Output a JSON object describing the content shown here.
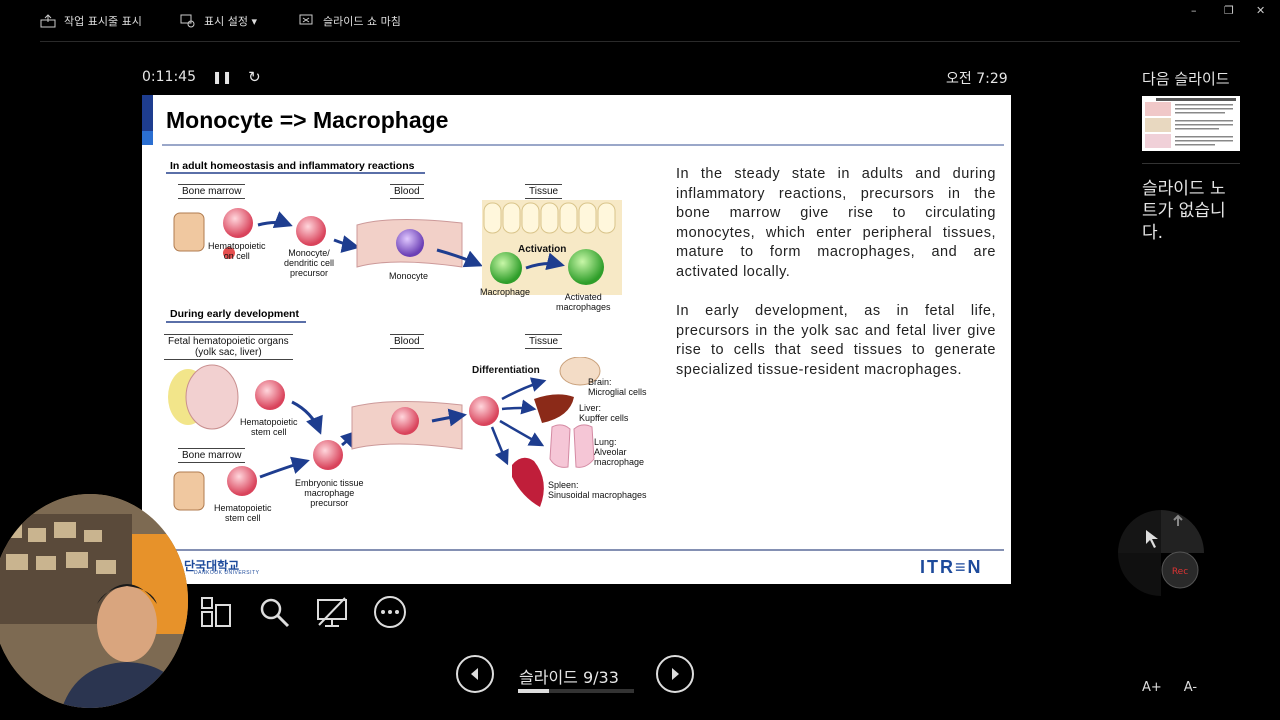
{
  "toolbar": {
    "show_taskbar": "작업 표시줄 표시",
    "display_settings": "표시 설정 ▾",
    "end_show": "슬라이드 쇼 마침"
  },
  "window": {
    "minimize": "–",
    "restore": "❐",
    "close": "✕"
  },
  "timer": {
    "elapsed": "0:11:45",
    "clock": "오전 7:29"
  },
  "slide": {
    "title": "Monocyte => Macrophage",
    "section1": "In adult homeostasis and inflammatory reactions",
    "section2": "During early development",
    "labels": {
      "bone_marrow": "Bone marrow",
      "blood": "Blood",
      "tissue": "Tissue",
      "fetal_organs_1": "Fetal hematopoietic organs",
      "fetal_organs_2": "(yolk sac, liver)",
      "blood2": "Blood",
      "tissue2": "Tissue",
      "bone_marrow2": "Bone marrow"
    },
    "captions": {
      "hsc1_a": "Hematopoietic",
      "hsc1_b": "on cell",
      "mono_prec_a": "Monocyte/",
      "mono_prec_b": "dendritic cell",
      "mono_prec_c": "precursor",
      "monocyte": "Monocyte",
      "activation": "Activation",
      "macrophage": "Macrophage",
      "activated_a": "Activated",
      "activated_b": "macrophages",
      "hsc2_a": "Hematopoietic",
      "hsc2_b": "stem cell",
      "hsc3_a": "Hematopoietic",
      "hsc3_b": "stem cell",
      "emb_a": "Embryonic tissue",
      "emb_b": "macrophage",
      "emb_c": "precursor",
      "differentiation": "Differentiation",
      "brain_a": "Brain:",
      "brain_b": "Microglial cells",
      "liver_a": "Liver:",
      "liver_b": "Kupffer cells",
      "lung_a": "Lung:",
      "lung_b": "Alveolar",
      "lung_c": "macrophage",
      "spleen_a": "Spleen:",
      "spleen_b": "Sinusoidal macrophages"
    },
    "paragraph1": "In the steady state in adults and during inflammatory reactions, precursors in the bone marrow give rise to circulating monocytes, which enter peripheral tissues, mature to form macrophages, and are activated locally.",
    "paragraph2": "In early development, as in fetal life, precursors in the yolk sac and fetal liver give rise to cells that seed tissues to generate specialized tissue-resident macrophages.",
    "university": "단국대학교",
    "university_en": "DANKOOK UNIVERSITY",
    "brand": "ITR≡N"
  },
  "nav": {
    "slide_label": "슬라이드 9/33",
    "progress": 0.27
  },
  "right_panel": {
    "next_slide": "다음 슬라이드",
    "notes": "슬라이드 노트가 없습니다.",
    "font_up": "A+",
    "font_down": "A-"
  },
  "pen": {
    "rec": "Rec"
  }
}
